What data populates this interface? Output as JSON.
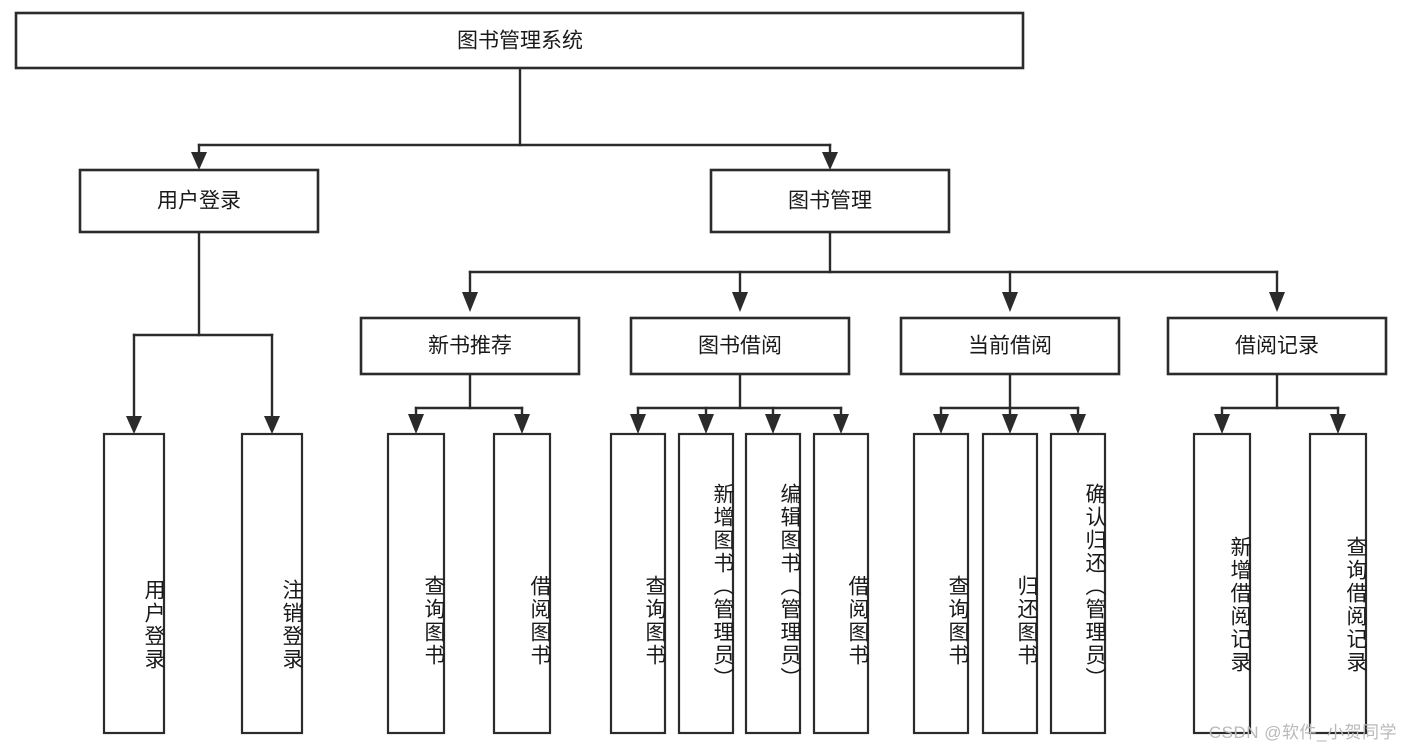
{
  "diagram": {
    "title": "图书管理系统",
    "type": "tree-hierarchy",
    "orientation": "top-down",
    "root": {
      "id": "root",
      "label": "图书管理系统",
      "level": 0
    },
    "level1": [
      {
        "id": "user-login",
        "label": "用户登录",
        "level": 1
      },
      {
        "id": "book-management",
        "label": "图书管理",
        "level": 1
      }
    ],
    "level2": [
      {
        "id": "new-book-recommend",
        "label": "新书推荐",
        "level": 2,
        "parent": "book-management"
      },
      {
        "id": "book-borrow",
        "label": "图书借阅",
        "level": 2,
        "parent": "book-management"
      },
      {
        "id": "current-borrow",
        "label": "当前借阅",
        "level": 2,
        "parent": "book-management"
      },
      {
        "id": "borrow-record",
        "label": "借阅记录",
        "level": 2,
        "parent": "book-management"
      }
    ],
    "leaves": [
      {
        "id": "leaf-user-login",
        "label": "用户登录",
        "parent": "user-login"
      },
      {
        "id": "leaf-logout-login",
        "label": "注销登录",
        "parent": "user-login"
      },
      {
        "id": "leaf-query-book-1",
        "label": "查询图书",
        "parent": "new-book-recommend"
      },
      {
        "id": "leaf-borrow-book-1",
        "label": "借阅图书",
        "parent": "new-book-recommend"
      },
      {
        "id": "leaf-query-book-2",
        "label": "查询图书",
        "parent": "book-borrow"
      },
      {
        "id": "leaf-add-book",
        "label": "新增图书（管理员）",
        "parent": "book-borrow"
      },
      {
        "id": "leaf-edit-book",
        "label": "编辑图书（管理员）",
        "parent": "book-borrow"
      },
      {
        "id": "leaf-borrow-book-2",
        "label": "借阅图书",
        "parent": "book-borrow"
      },
      {
        "id": "leaf-query-book-3",
        "label": "查询图书",
        "parent": "current-borrow"
      },
      {
        "id": "leaf-return-book",
        "label": "归还图书",
        "parent": "current-borrow"
      },
      {
        "id": "leaf-confirm-return",
        "label": "确认归还（管理员）",
        "parent": "current-borrow"
      },
      {
        "id": "leaf-add-record",
        "label": "新增借阅记录",
        "parent": "borrow-record"
      },
      {
        "id": "leaf-query-record",
        "label": "查询借阅记录",
        "parent": "borrow-record"
      }
    ],
    "colors": {
      "box_fill": "#ffffff",
      "box_stroke": "#2b2b2b",
      "connector": "#2b2b2b",
      "text": "#1a1a1a",
      "background": "#ffffff",
      "watermark": "#b9b9b9"
    }
  },
  "watermark": {
    "text": "CSDN @软件_小贺同学"
  }
}
